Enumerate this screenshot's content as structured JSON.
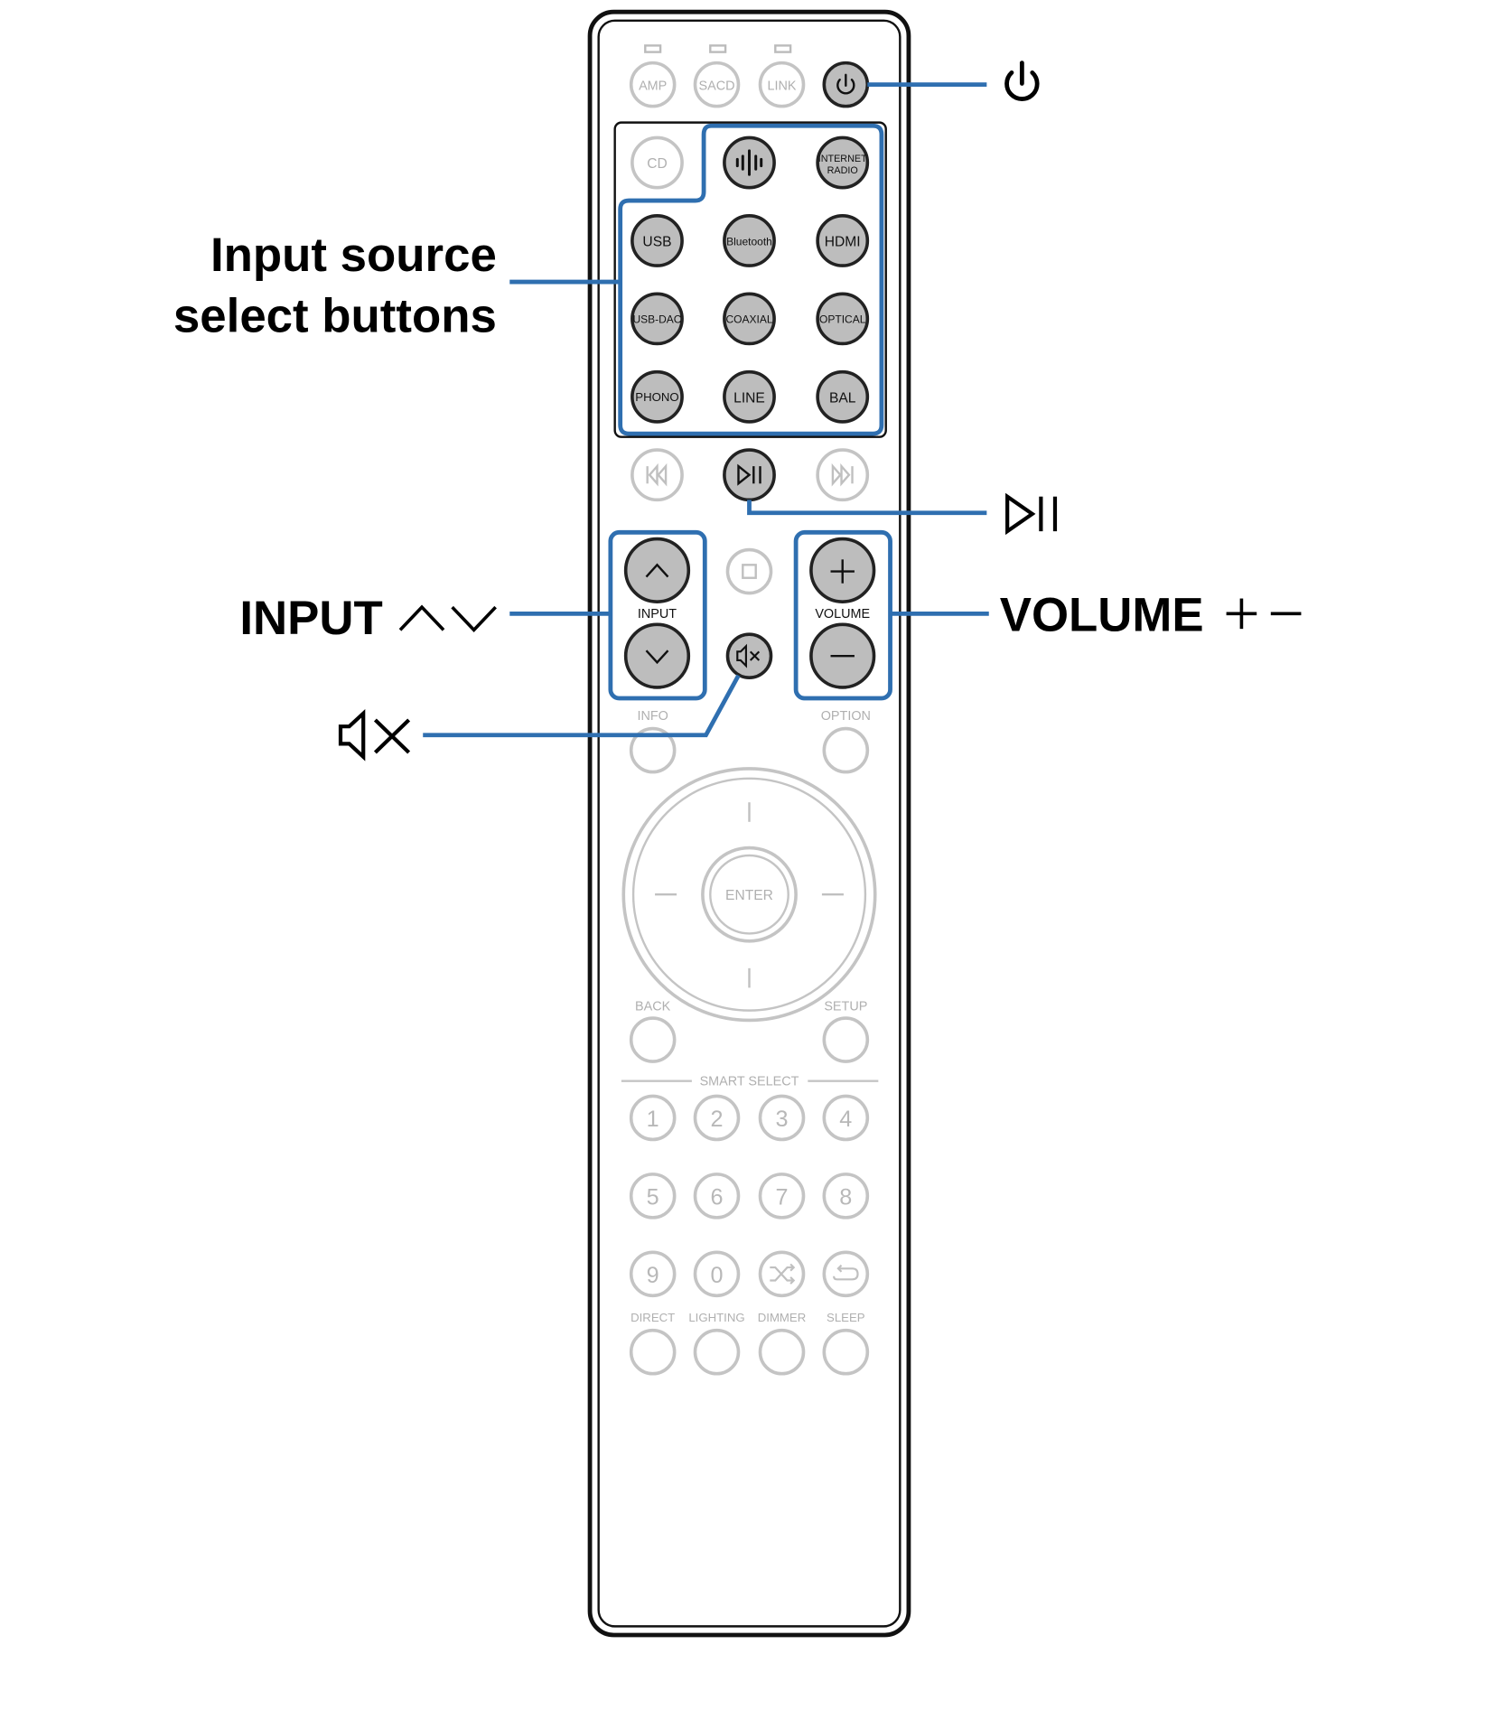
{
  "colors": {
    "highlight": "#2f6fb0",
    "active_button_fill": "#bdbdbd",
    "active_button_stroke": "#222222",
    "inactive_stroke": "#bcbcbc",
    "inactive_text": "#b0b0b0",
    "remote_outline": "#111111"
  },
  "callouts": {
    "power_symbol": "⏻",
    "input_source_line1": "Input source",
    "input_source_line2": "select buttons",
    "play_pause_symbol": "▷II",
    "input_label": "INPUT",
    "input_arrows": "∧∨",
    "volume_label": "VOLUME",
    "volume_symbols": "+ –",
    "mute_symbol": "◁×"
  },
  "remote": {
    "top_buttons": [
      "AMP",
      "SACD",
      "LINK"
    ],
    "power_icon": "power-icon",
    "cd": "CD",
    "source_buttons": {
      "heos_icon": "heos-icon",
      "internet_radio_line1": "INTERNET",
      "internet_radio_line2": "RADIO",
      "usb": "USB",
      "bluetooth": "Bluetooth",
      "hdmi": "HDMI",
      "usb_dac": "USB-DAC",
      "coaxial": "COAXIAL",
      "optical": "OPTICAL",
      "phono": "PHONO",
      "line": "LINE",
      "bal": "BAL"
    },
    "transport": {
      "prev_icon": "skip-back-icon",
      "play_pause_icon": "play-pause-icon",
      "next_icon": "skip-forward-icon",
      "stop_icon": "stop-icon"
    },
    "input_label": "INPUT",
    "volume_label": "VOLUME",
    "mute_icon": "mute-icon",
    "info": "INFO",
    "option": "OPTION",
    "enter": "ENTER",
    "back": "BACK",
    "setup": "SETUP",
    "smart_select": "SMART SELECT",
    "numbers": [
      "1",
      "2",
      "3",
      "4",
      "5",
      "6",
      "7",
      "8",
      "9",
      "0"
    ],
    "shuffle_icon": "shuffle-icon",
    "repeat_icon": "repeat-icon",
    "bottom_labels": [
      "DIRECT",
      "LIGHTING",
      "DIMMER",
      "SLEEP"
    ]
  }
}
